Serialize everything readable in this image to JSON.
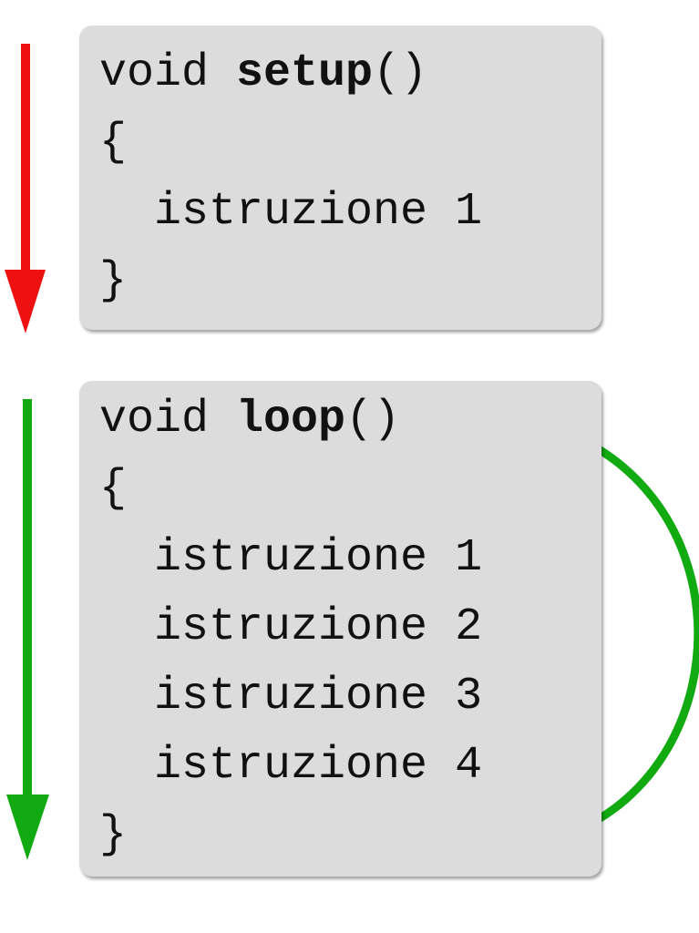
{
  "colors": {
    "setup_arrow": "#ee1111",
    "loop_arrow": "#11aa11",
    "box_background": "#dcdcdc"
  },
  "setup_block": {
    "keyword": "void ",
    "name": "setup",
    "parens": "()",
    "open_brace": "{",
    "statements": [
      "  istruzione 1"
    ],
    "close_brace": "}"
  },
  "loop_block": {
    "keyword": "void ",
    "name": "loop",
    "parens": "()",
    "open_brace": "{",
    "statements": [
      "  istruzione 1",
      "  istruzione 2",
      "  istruzione 3",
      "  istruzione 4"
    ],
    "close_brace": "}"
  }
}
